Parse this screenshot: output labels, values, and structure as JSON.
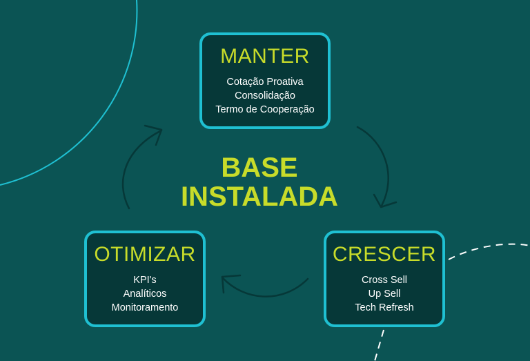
{
  "center": {
    "line1": "BASE",
    "line2": "INSTALADA"
  },
  "nodes": {
    "manter": {
      "title": "MANTER",
      "items": [
        "Cotação Proativa",
        "Consolidação",
        "Termo de Cooperação"
      ]
    },
    "crescer": {
      "title": "CRESCER",
      "items": [
        "Cross Sell",
        "Up Sell",
        "Tech Refresh"
      ]
    },
    "otimizar": {
      "title": "OTIMIZAR",
      "items": [
        "KPI's",
        "Analíticos",
        "Monitoramento"
      ]
    }
  },
  "colors": {
    "background": "#0b5454",
    "box_fill": "#063838",
    "box_border": "#1fc0d2",
    "accent_text": "#c8dc2a",
    "arrow": "#063838"
  }
}
